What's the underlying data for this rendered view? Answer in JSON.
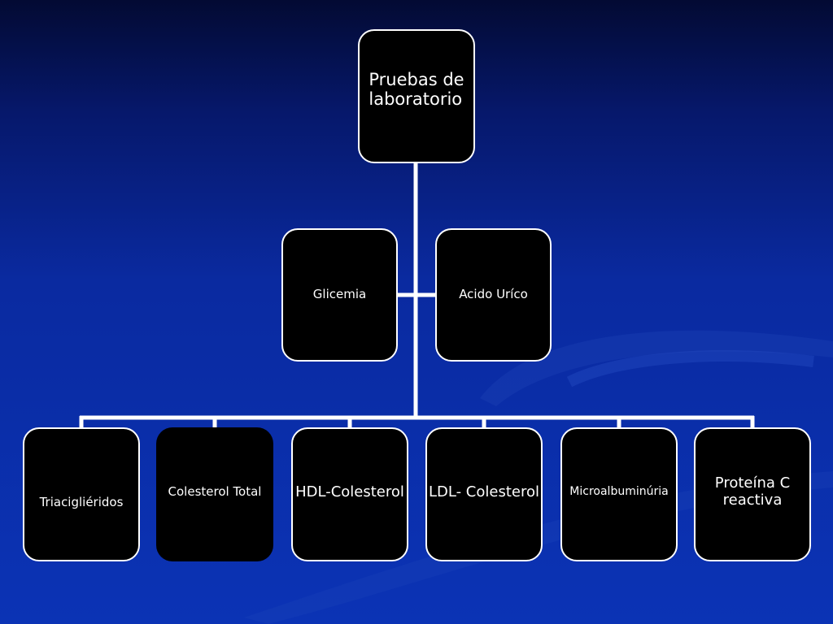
{
  "diagram": {
    "root": {
      "label": "Pruebas de\n laboratorio"
    },
    "middle": [
      {
        "label": "Glicemia"
      },
      {
        "label": "Acido Uríco"
      }
    ],
    "leaves": [
      {
        "label": "Triacigliéridos"
      },
      {
        "label": "Colesterol Total"
      },
      {
        "label": "HDL-Colesterol"
      },
      {
        "label": "LDL- Colesterol"
      },
      {
        "label": "Microalbuminúria"
      },
      {
        "label": "Proteína C\n reactiva"
      }
    ]
  },
  "colors": {
    "background": "#0a2aa0",
    "box": "#000000",
    "connector": "#ffffff"
  }
}
